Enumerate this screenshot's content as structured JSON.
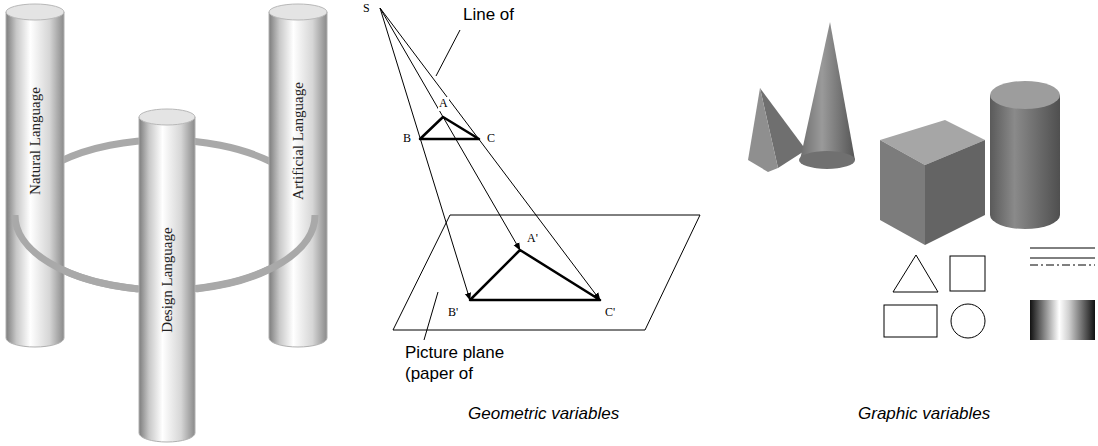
{
  "diagram": {
    "nodes": [
      {
        "text": [
          "Natural Language"
        ]
      },
      {
        "text": [
          "Design Language"
        ]
      },
      {
        "text": [
          "Artificial Language"
        ]
      }
    ],
    "labels": [
      "S",
      "Line of",
      "A",
      "B",
      "C",
      "A'",
      "B'",
      "C'",
      "Picture plane",
      "(paper of",
      "Geometric variables",
      "Graphic variables"
    ]
  }
}
